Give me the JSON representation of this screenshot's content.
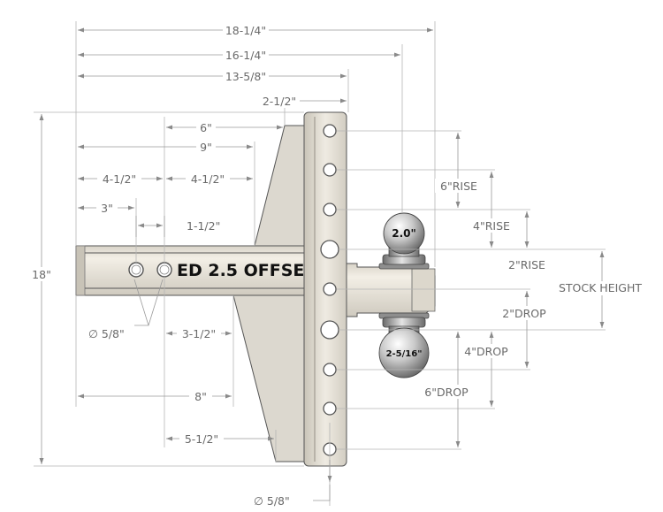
{
  "drawing": {
    "shank_label": "ED 2.5 OFFSET",
    "top_ball_label": "2.0\"",
    "bottom_ball_label": "2-5/16\"",
    "dimensions": {
      "overall_length": "18-1/4\"",
      "length_16": "16-1/4\"",
      "length_13": "13-5/8\"",
      "length_2_5": "2-1/2\"",
      "length_6": "6\"",
      "length_9": "9\"",
      "len_4_5_left": "4-1/2\"",
      "len_4_5_right": "4-1/2\"",
      "len_3": "3\"",
      "len_1_5": "1-1/2\"",
      "hole_dia_shank": "∅ 5/8\"",
      "len_3_5": "3-1/2\"",
      "len_8": "8\"",
      "len_5_5": "5-1/2\"",
      "height_18": "18\"",
      "hole_dia_plate": "∅ 5/8\"",
      "rise_6": "6\"RISE",
      "rise_4": "4\"RISE",
      "rise_2": "2\"RISE",
      "stock_height": "STOCK HEIGHT",
      "drop_2": "2\"DROP",
      "drop_4": "4\"DROP",
      "drop_6": "6\"DROP"
    }
  }
}
